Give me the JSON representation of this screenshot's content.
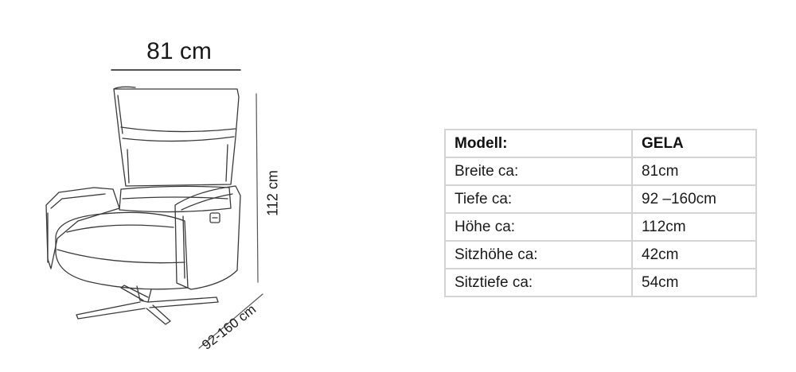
{
  "dimensions": {
    "width_label": "81 cm",
    "height_label": "112 cm",
    "depth_label": "92-160 cm"
  },
  "specs": {
    "header": {
      "key": "Modell:",
      "value": "GELA"
    },
    "rows": [
      {
        "key": "Breite ca:",
        "value": "81cm"
      },
      {
        "key": "Tiefe ca:",
        "value": "92 –160cm"
      },
      {
        "key": "Höhe ca:",
        "value": "112cm"
      },
      {
        "key": "Sitzhöhe ca:",
        "value": "42cm"
      },
      {
        "key": "Sitztiefe ca:",
        "value": "54cm"
      }
    ]
  },
  "colors": {
    "line": "#3a3a3a",
    "table_border": "#d4d4d4"
  }
}
